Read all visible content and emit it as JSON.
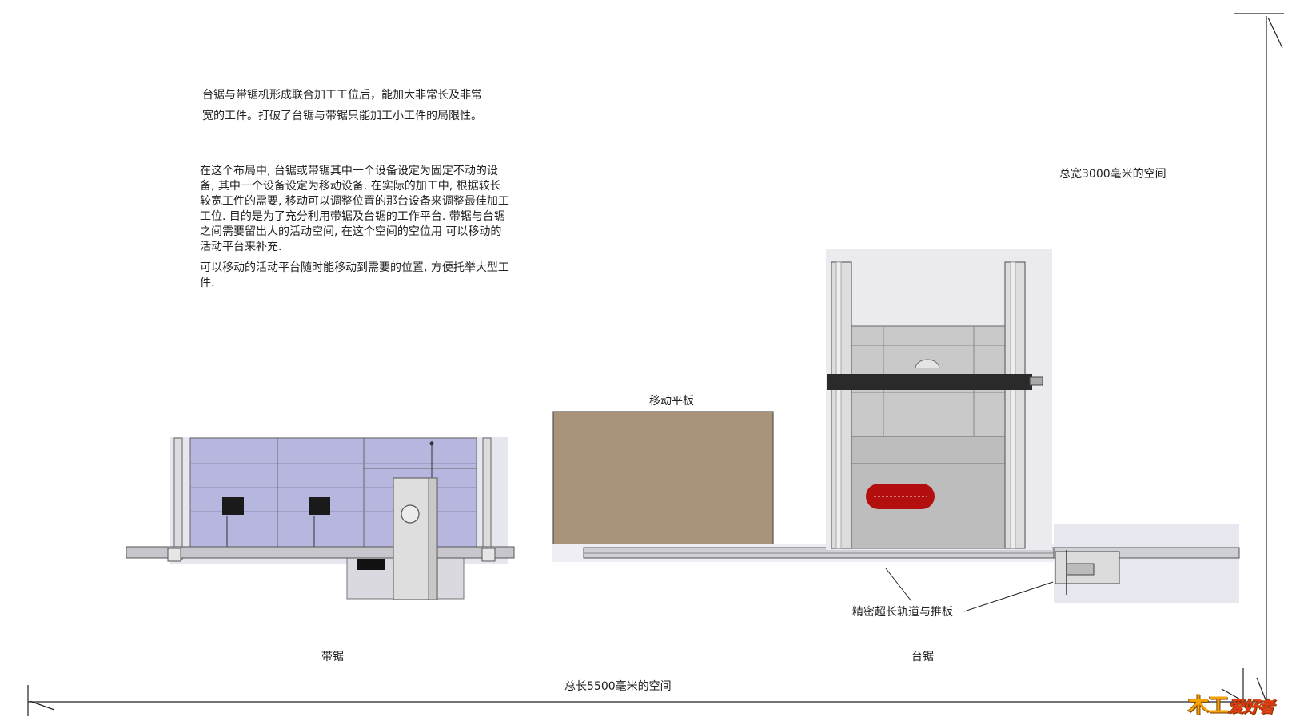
{
  "description": {
    "p1": "台锯与带锯机形成联合加工工位后，能加大非常长及非常宽的工件。打破了台锯与带锯只能加工小工件的局限性。",
    "p2": "在这个布局中, 台锯或带锯其中一个设备设定为固定不动的设备, 其中一个设备设定为移动设备. 在实际的加工中, 根据较长较宽工件的需要, 移动可以调整位置的那台设备来调整最佳加工工位. 目的是为了充分利用带锯及台锯的工作平台. 带锯与台锯之间需要留出人的活动空间, 在这个空间的空位用 可以移动的活动平台来补充.",
    "p3": "可以移动的活动平台随时能移动到需要的位置, 方便托举大型工件."
  },
  "labels": {
    "total_width": "总宽3000毫米的空间",
    "mobile_panel": "移动平板",
    "rail": "精密超长轨道与推板",
    "band_saw": "带锯",
    "table_saw": "台锯",
    "total_length": "总长5500毫米的空间"
  },
  "logo": {
    "part1": "木工",
    "part2": "爱好者"
  },
  "colors": {
    "band_saw_panel": "#b6b6de",
    "mobile_panel": "#a99379",
    "frame_grey": "#bcbcbc",
    "blade_red": "#b30f0f"
  }
}
